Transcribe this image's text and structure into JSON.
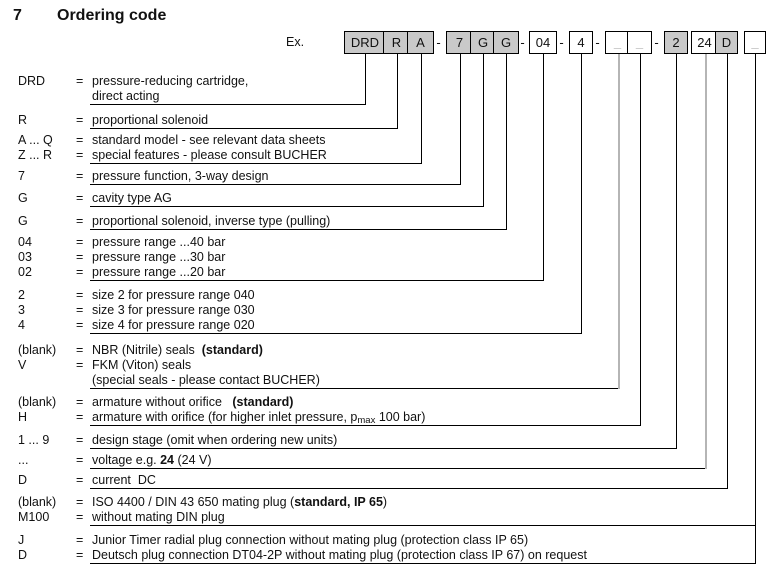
{
  "title": {
    "number": "7",
    "text": "Ordering code"
  },
  "example_label": "Ex.",
  "equals_sign": "=",
  "colors": {
    "box_fill_gray": "#c9c9c9",
    "box_fill_white": "#ffffff",
    "line": "#000000",
    "gray_connector": "#b5b5b5"
  },
  "code_boxes": [
    {
      "label": "DRD",
      "fill": "gray"
    },
    {
      "label": "R",
      "fill": "gray"
    },
    {
      "label": "A",
      "fill": "gray"
    },
    {
      "label": "-",
      "dash": true
    },
    {
      "label": "7",
      "fill": "gray"
    },
    {
      "label": "G",
      "fill": "gray"
    },
    {
      "label": "G",
      "fill": "gray"
    },
    {
      "label": "-",
      "dash": true
    },
    {
      "label": "04",
      "fill": "white"
    },
    {
      "label": "-",
      "dash": true
    },
    {
      "label": "4",
      "fill": "white"
    },
    {
      "label": "-",
      "dash": true
    },
    {
      "label": "_",
      "fill": "white",
      "dim": true
    },
    {
      "label": "_",
      "fill": "white",
      "dim": true
    },
    {
      "label": "-",
      "dash": true
    },
    {
      "label": "2",
      "fill": "gray"
    },
    {
      "label": "24",
      "fill": "white"
    },
    {
      "label": "D",
      "fill": "gray"
    },
    {
      "label": "_",
      "fill": "white",
      "dim": true
    }
  ],
  "legend_groups": [
    {
      "rows": [
        {
          "code": "DRD",
          "segments": [
            {
              "text": "pressure-reducing cartridge,"
            }
          ]
        },
        {
          "code": "",
          "segments": [
            {
              "text": "direct acting"
            }
          ]
        }
      ]
    },
    {
      "rows": [
        {
          "code": "R",
          "segments": [
            {
              "text": "proportional solenoid"
            }
          ]
        }
      ]
    },
    {
      "rows": [
        {
          "code": "A ... Q",
          "segments": [
            {
              "text": "standard model - see relevant data sheets"
            }
          ]
        },
        {
          "code": "Z ... R",
          "segments": [
            {
              "text": "special features - please consult BUCHER"
            }
          ]
        }
      ]
    },
    {
      "rows": [
        {
          "code": "7",
          "segments": [
            {
              "text": "pressure function, 3-way design"
            }
          ]
        }
      ]
    },
    {
      "rows": [
        {
          "code": "G",
          "segments": [
            {
              "text": "cavity type AG"
            }
          ]
        }
      ]
    },
    {
      "rows": [
        {
          "code": "G",
          "segments": [
            {
              "text": "proportional solenoid, inverse type (pulling)"
            }
          ]
        }
      ]
    },
    {
      "rows": [
        {
          "code": "04",
          "segments": [
            {
              "text": "pressure range ...40 bar"
            }
          ]
        },
        {
          "code": "03",
          "segments": [
            {
              "text": "pressure range ...30 bar"
            }
          ]
        },
        {
          "code": "02",
          "segments": [
            {
              "text": "pressure range ...20 bar"
            }
          ]
        }
      ]
    },
    {
      "rows": [
        {
          "code": "2",
          "segments": [
            {
              "text": "size 2 for pressure range 040"
            }
          ]
        },
        {
          "code": "3",
          "segments": [
            {
              "text": "size 3 for pressure range 030"
            }
          ]
        },
        {
          "code": "4",
          "segments": [
            {
              "text": "size 4 for pressure range 020"
            }
          ]
        }
      ]
    },
    {
      "rows": [
        {
          "code": "(blank)",
          "segments": [
            {
              "text": "NBR (Nitrile) seals  "
            },
            {
              "text": "(standard)",
              "bold": true
            }
          ]
        },
        {
          "code": "V",
          "segments": [
            {
              "text": "FKM (Viton) seals"
            }
          ]
        },
        {
          "code": "",
          "segments": [
            {
              "text": "(special seals - please contact BUCHER)"
            }
          ]
        }
      ]
    },
    {
      "rows": [
        {
          "code": "(blank)",
          "segments": [
            {
              "text": "armature without orifice   "
            },
            {
              "text": "(standard)",
              "bold": true
            }
          ]
        },
        {
          "code": "H",
          "segments": [
            {
              "text": "armature with orifice (for higher inlet pressure, p"
            },
            {
              "text": "max",
              "sub": true
            },
            {
              "text": " 100 bar)"
            }
          ]
        }
      ]
    },
    {
      "rows": [
        {
          "code": "1 ... 9",
          "segments": [
            {
              "text": "design stage (omit when ordering new units)"
            }
          ]
        }
      ]
    },
    {
      "rows": [
        {
          "code": "...",
          "segments": [
            {
              "text": "voltage e.g. "
            },
            {
              "text": "24",
              "bold": true
            },
            {
              "text": " (24 V)"
            }
          ]
        }
      ]
    },
    {
      "rows": [
        {
          "code": "D",
          "segments": [
            {
              "text": "current  DC"
            }
          ]
        }
      ]
    },
    {
      "rows": [
        {
          "code": "(blank)",
          "segments": [
            {
              "text": "ISO 4400 / DIN 43 650 mating plug ("
            },
            {
              "text": "standard, IP 65",
              "bold": true
            },
            {
              "text": ")"
            }
          ]
        },
        {
          "code": "M100",
          "segments": [
            {
              "text": "without mating DIN plug"
            }
          ]
        }
      ]
    },
    {
      "rows": [
        {
          "code": "J",
          "segments": [
            {
              "text": "Junior Timer radial plug connection without mating plug (protection class IP 65)"
            }
          ]
        },
        {
          "code": "D",
          "segments": [
            {
              "text": "Deutsch plug connection DT04-2P without mating plug (protection class IP 67) on request"
            }
          ]
        }
      ]
    }
  ]
}
